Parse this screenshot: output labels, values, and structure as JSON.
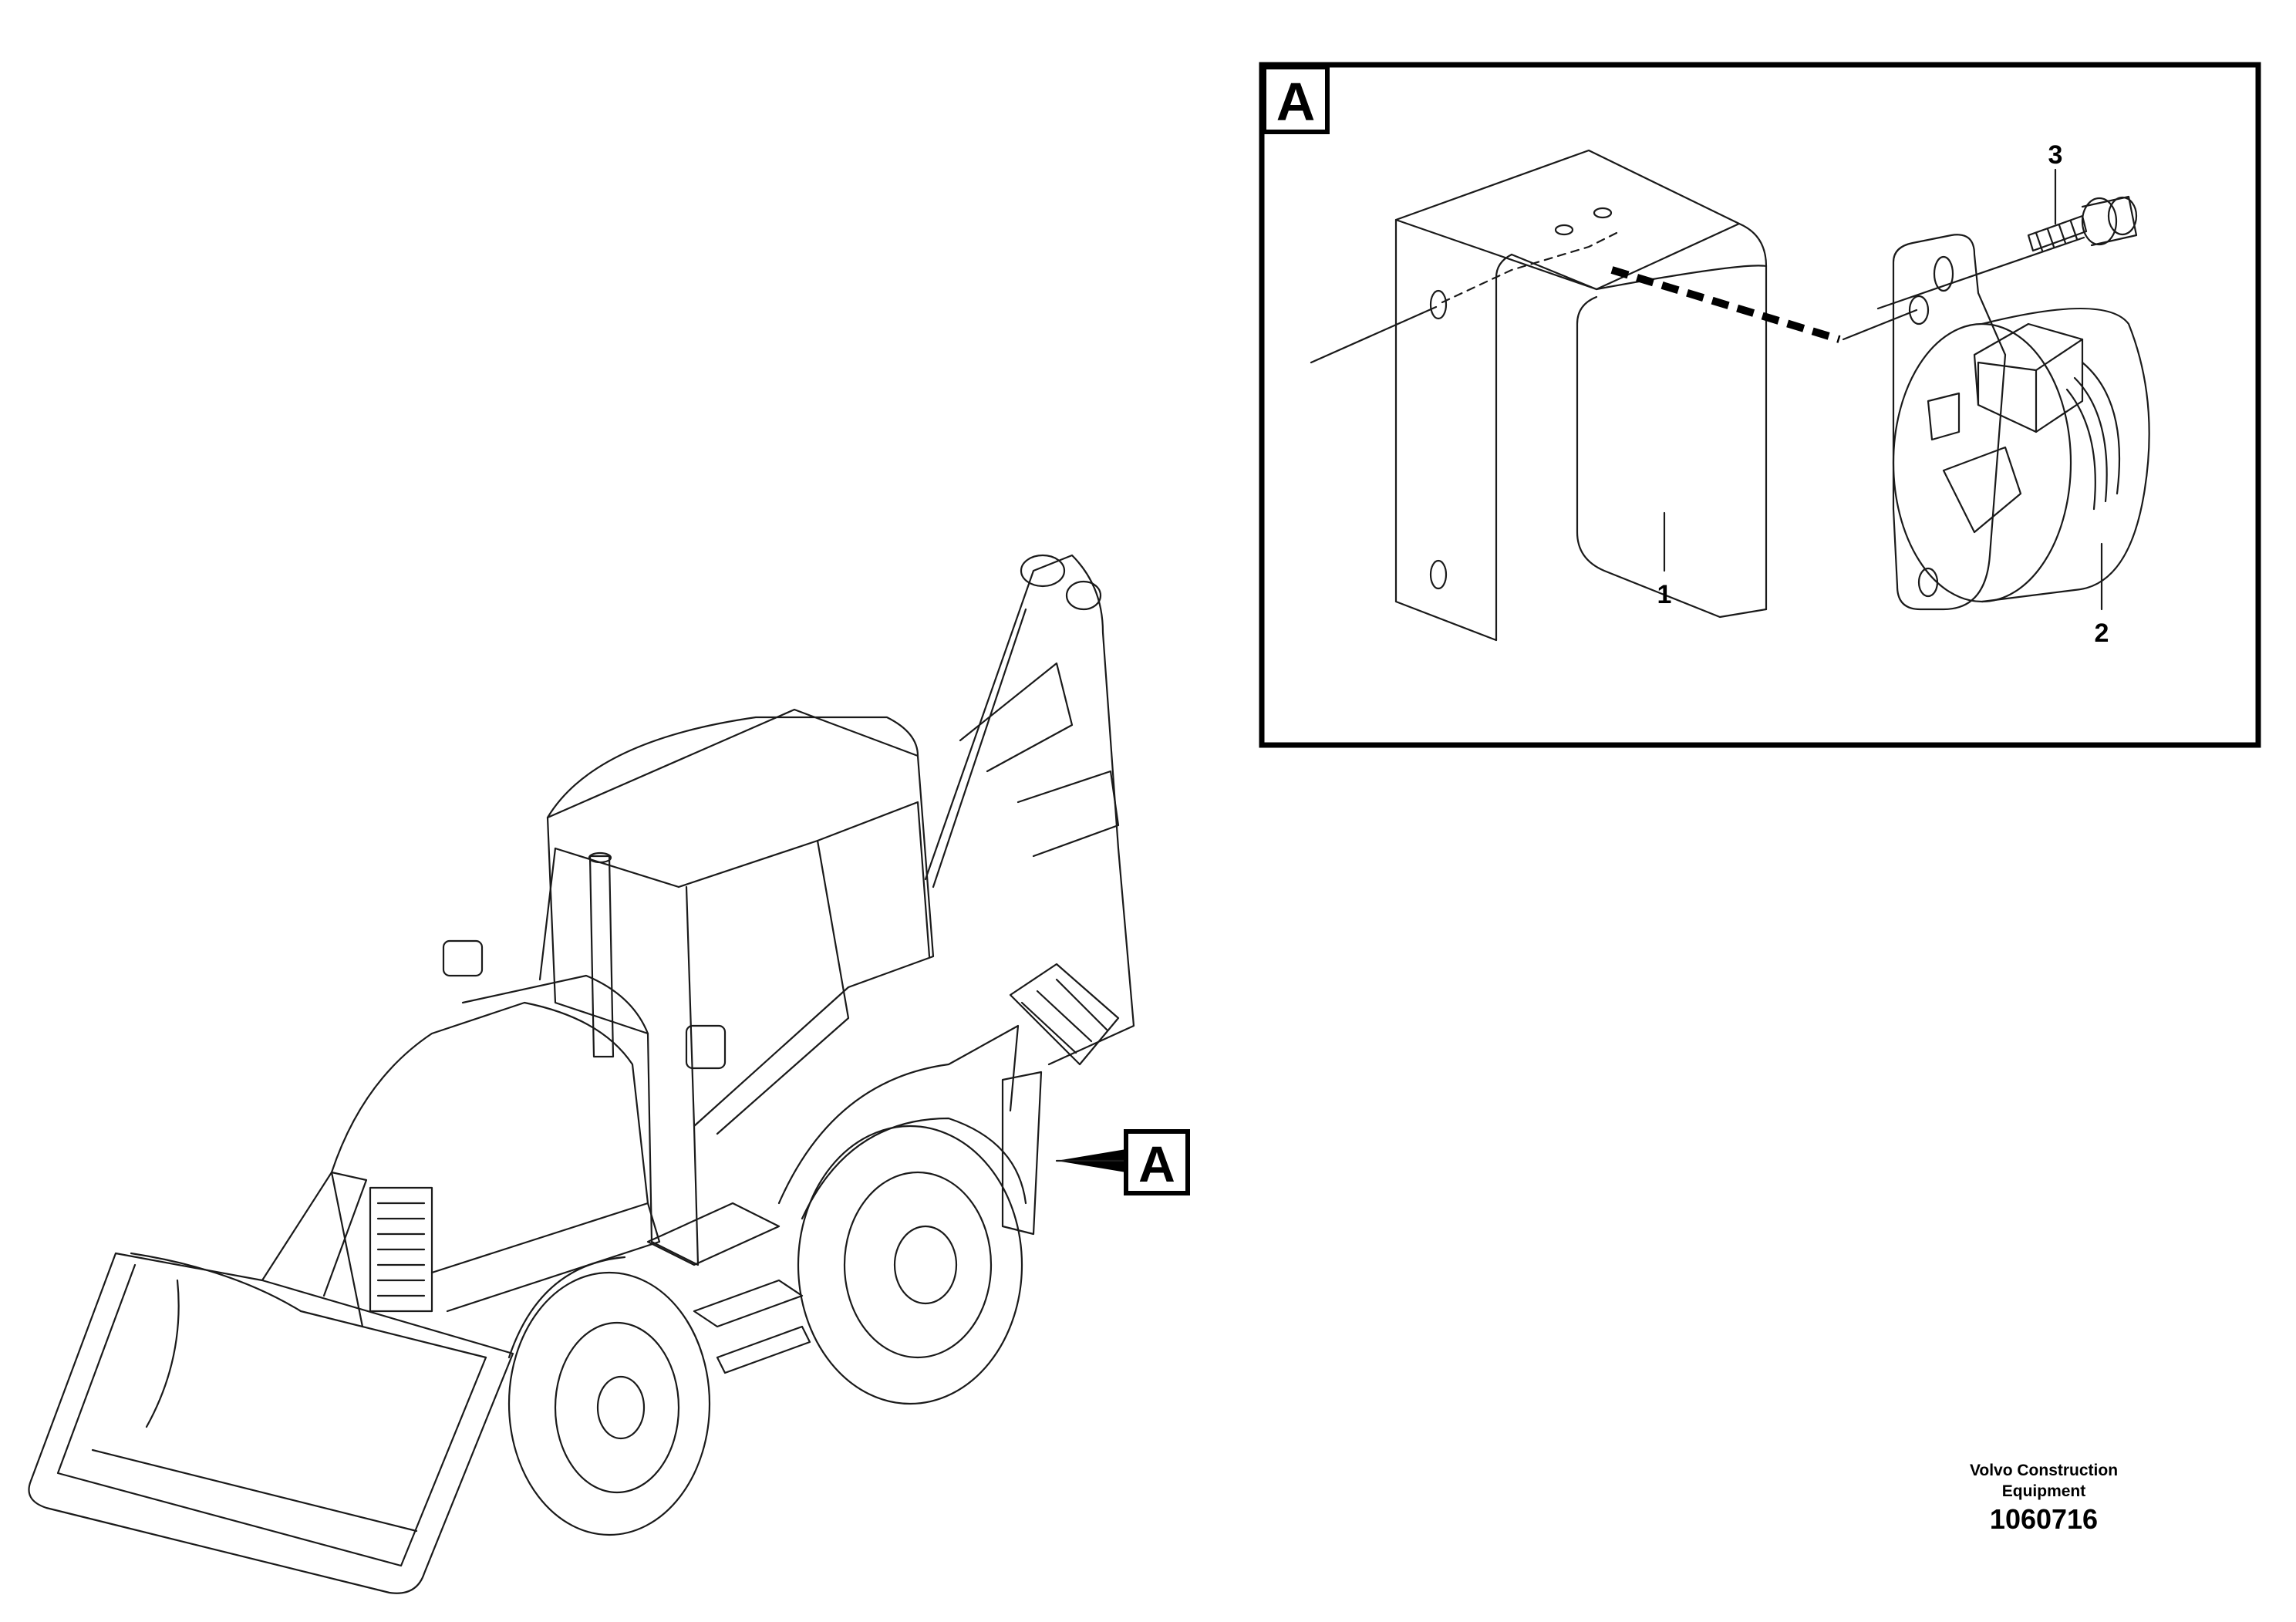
{
  "view_label": "A",
  "callout_label": "A",
  "parts": [
    {
      "number": "1"
    },
    {
      "number": "2"
    },
    {
      "number": "3"
    }
  ],
  "publisher_line1": "Volvo Construction",
  "publisher_line2": "Equipment",
  "figure_id": "1060716"
}
